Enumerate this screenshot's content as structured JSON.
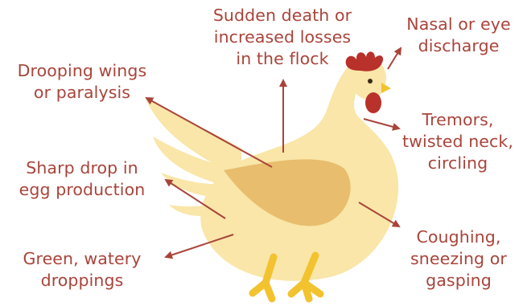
{
  "diagram": {
    "colors": {
      "label_text": "#a9443a",
      "arrow": "#a9443a",
      "body": "#f9e6a8",
      "wing": "#e8bd6d",
      "comb": "#b8312a",
      "legs": "#f2c22f"
    },
    "labels": {
      "sudden_death": [
        "Sudden death or",
        "increased losses",
        "in the flock"
      ],
      "nasal_discharge": [
        "Nasal or eye",
        "discharge"
      ],
      "drooping_wings": [
        "Drooping wings",
        "or paralysis"
      ],
      "tremors": [
        "Tremors,",
        "twisted neck,",
        "circling"
      ],
      "egg_drop": [
        "Sharp drop in",
        "egg production"
      ],
      "coughing": [
        "Coughing,",
        "sneezing or",
        "gasping"
      ],
      "droppings": [
        "Green, watery",
        "droppings"
      ]
    }
  }
}
